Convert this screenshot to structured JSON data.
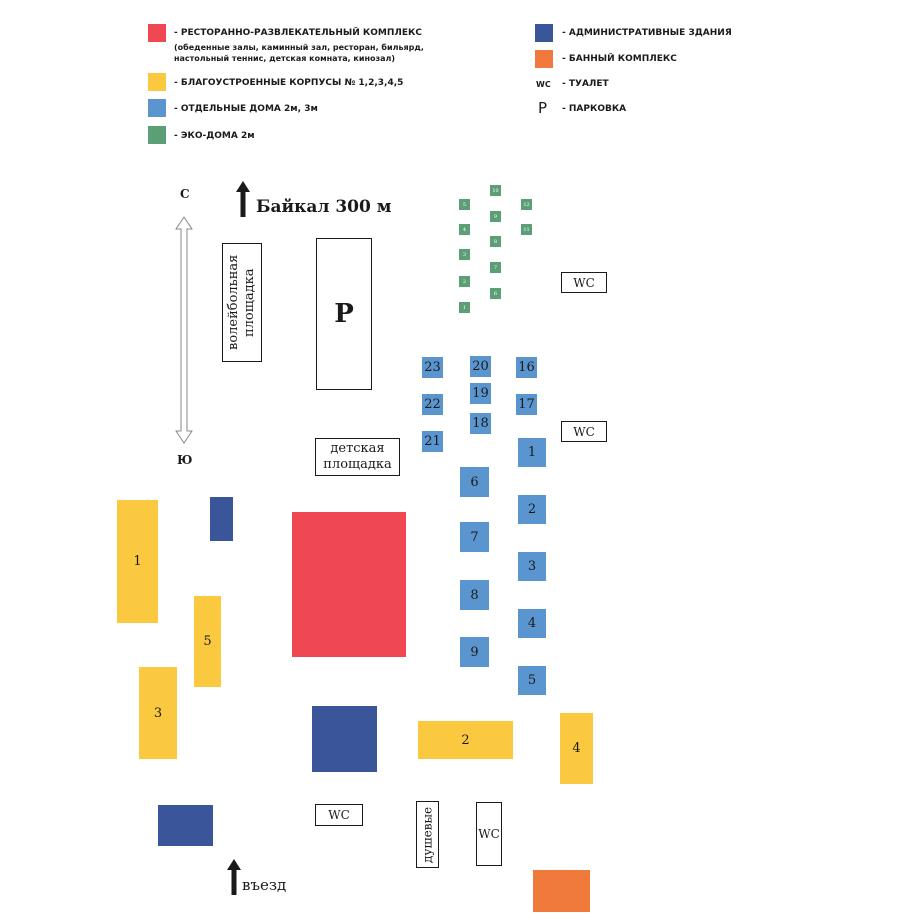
{
  "legend": {
    "restaurant_title": "- РЕСТОРАННО-РАЗВЛЕКАТЕЛЬНЫЙ КОМПЛЕКС",
    "restaurant_line1": "(обеденные залы, каминный зал, ресторан, бильярд,",
    "restaurant_line2": "настольный теннис, детская комната, кинозал)",
    "corpuses": "- БЛАГОУСТРОЕННЫЕ КОРПУСЫ № 1,2,3,4,5",
    "houses": "- ОТДЕЛЬНЫЕ ДОМА 2м, 3м",
    "eco": "- ЭКО-ДОМА 2м",
    "admin": "- АДМИНИСТРАТИВНЫЕ ЗДАНИЯ",
    "bath": "- БАННЫЙ КОМПЛЕКС",
    "wc_symbol": "WC",
    "wc": "- ТУАЛЕТ",
    "p_symbol": "P",
    "parking": "- ПАРКОВКА"
  },
  "compass": {
    "north": "С",
    "south": "Ю"
  },
  "baikal": "Байкал 300 м",
  "entrance": "въезд",
  "parking_label": "P",
  "volleyball": "волейбольная площадка",
  "playground_line1": "детская",
  "playground_line2": "площадка",
  "wc_label": "WC",
  "showers": "душевые",
  "corpus": [
    "1",
    "2",
    "3",
    "4",
    "5"
  ],
  "houses": [
    "1",
    "2",
    "3",
    "4",
    "5",
    "6",
    "7",
    "8",
    "9",
    "16",
    "17",
    "18",
    "19",
    "20",
    "21",
    "22",
    "23"
  ],
  "eco_houses": [
    "1",
    "2",
    "3",
    "4",
    "5",
    "6",
    "7",
    "8",
    "9",
    "10",
    "11",
    "12"
  ],
  "colors": {
    "restaurant": "#ef4852",
    "corpus": "#fbc93f",
    "house": "#5b95cf",
    "eco": "#5c9e76",
    "admin": "#3a559a",
    "bath": "#f07a3b"
  }
}
